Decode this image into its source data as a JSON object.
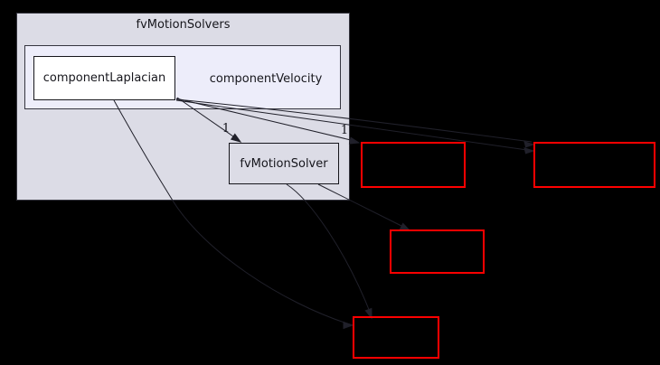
{
  "graph": {
    "type": "directory-dependency-graph",
    "outer_cluster": {
      "label": "fvMotionSolvers",
      "fill": "#dcdce6",
      "border_color": "#35353f"
    },
    "inner_cluster": {
      "label": "componentVelocity",
      "fill": "#ededfa",
      "border_color": "#35353f"
    },
    "nodes": [
      {
        "label": "componentLaplacian",
        "fill": "#ffffff",
        "border_color": "#16161c"
      },
      {
        "label": "fvMotionSolver",
        "fill": "#dcdce6",
        "border_color": "#16161c"
      }
    ],
    "external_nodes": [
      {
        "id": "external-dependency-1",
        "label": "",
        "border_color": "#ff0000"
      },
      {
        "id": "external-dependency-2",
        "label": "",
        "border_color": "#ff0000"
      },
      {
        "id": "external-dependency-3",
        "label": "",
        "border_color": "#ff0000"
      },
      {
        "id": "external-dependency-4",
        "label": "",
        "border_color": "#ff0000"
      }
    ],
    "edge_labels": [
      {
        "text": "1"
      },
      {
        "text": "1"
      }
    ],
    "colors": {
      "background": "#000000",
      "edge": "#20202a",
      "external_border": "#ff0000"
    }
  }
}
